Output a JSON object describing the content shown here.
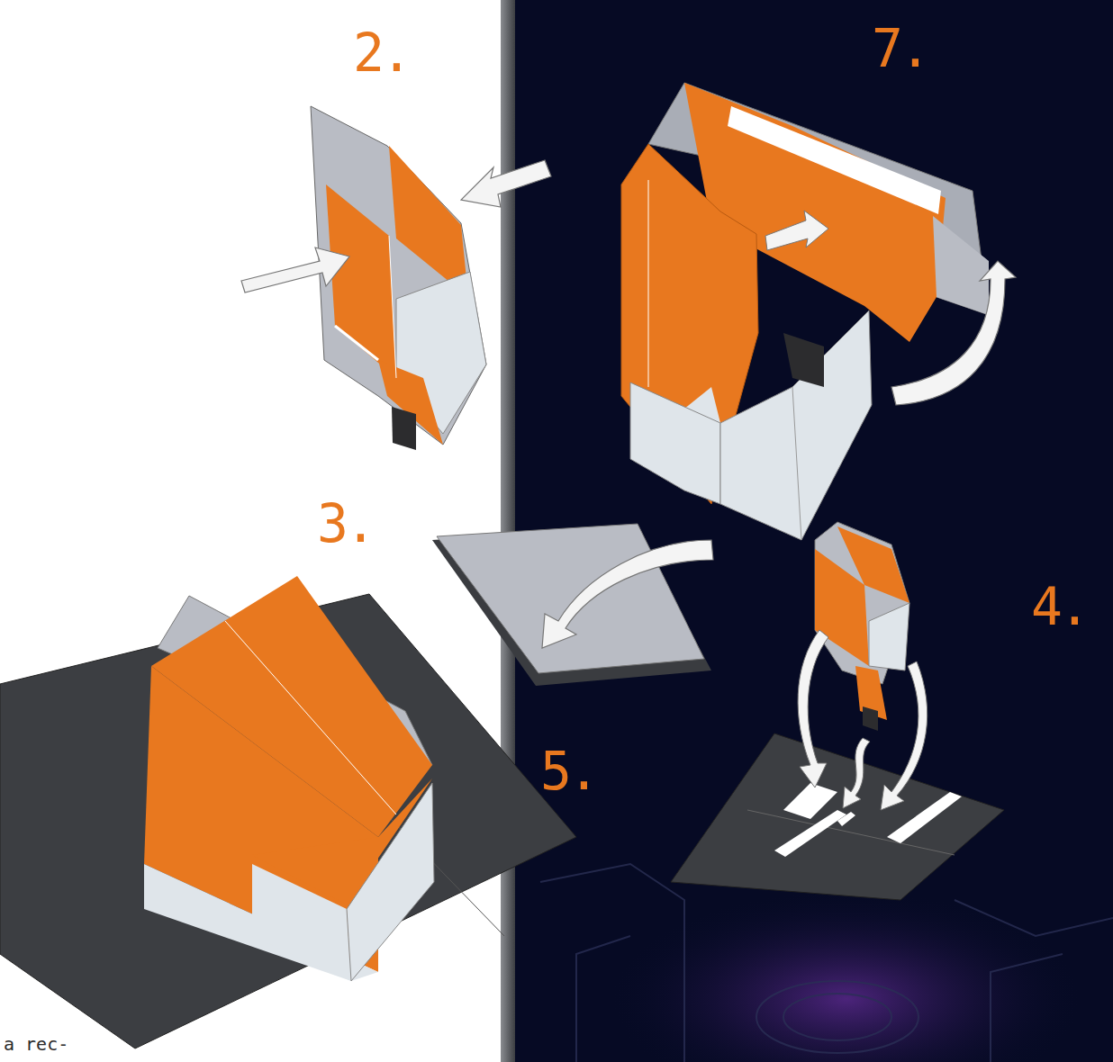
{
  "diagram": {
    "labels": [
      "2.",
      "7.",
      "3.",
      "4.",
      "5.",
      "a rec-"
    ]
  }
}
